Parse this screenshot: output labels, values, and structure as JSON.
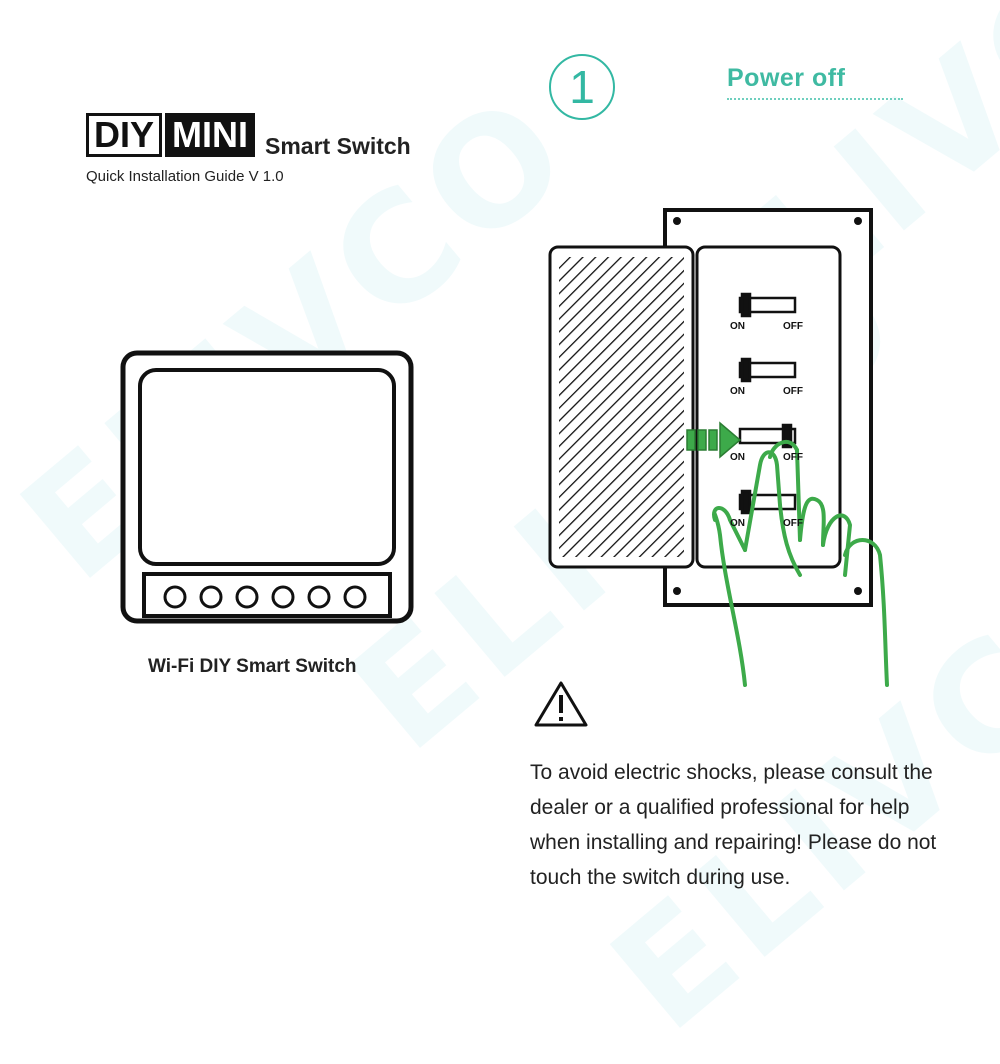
{
  "watermark": "ELIVCO",
  "logo": {
    "diy": "DIY",
    "mini": "MINI",
    "suffix": "Smart Switch"
  },
  "subtitle": "Quick Installation Guide V 1.0",
  "device_label": "Wi-Fi DIY Smart Switch",
  "step": {
    "number": "1",
    "title": "Power off"
  },
  "breakers": [
    {
      "on": "ON",
      "off": "OFF"
    },
    {
      "on": "ON",
      "off": "OFF"
    },
    {
      "on": "ON",
      "off": "OFF"
    },
    {
      "on": "ON",
      "off": "OFF"
    }
  ],
  "warning_text": "To avoid electric shocks, please consult the dealer or a qualified professional for help when installing and repairing! Please do not touch the switch during use.",
  "colors": {
    "accent": "#3fbaa2",
    "highlight": "#3daa4a",
    "ink": "#111111"
  }
}
